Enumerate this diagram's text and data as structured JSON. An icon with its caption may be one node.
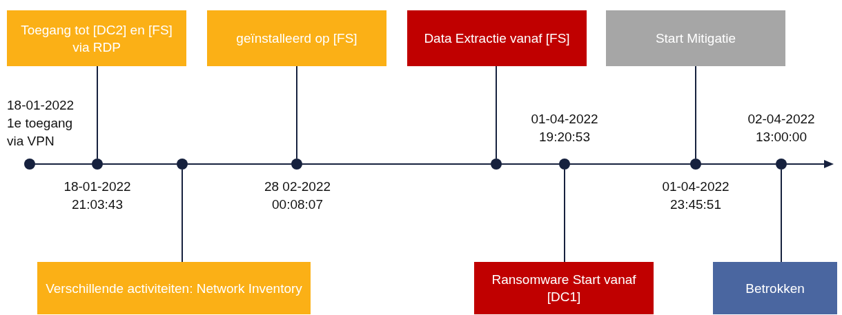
{
  "diagram": {
    "nodes": [
      {
        "text": [
          "Toegang tot [DC2] en [FS] via RDP"
        ]
      },
      {
        "text": [
          "geïnstalleerd op [FS]"
        ]
      },
      {
        "text": [
          "Data Extractie vanaf [FS]"
        ]
      },
      {
        "text": [
          "Start Mitigatie"
        ]
      },
      {
        "text": [
          "Verschillende activiteiten: Network Inventory"
        ]
      },
      {
        "text": [
          "Ransomware Start vanaf [DC1]"
        ]
      },
      {
        "text": [
          "Betrokken"
        ]
      },
      {
        "text": [],
        "shape": "circle",
        "beside": [
          "18-01-2022 1e toegang via VPN"
        ]
      },
      {
        "text": [],
        "shape": "circle",
        "beside": [
          "18-01-2022 21:03:43"
        ]
      },
      {
        "text": [],
        "shape": "circle"
      },
      {
        "text": [],
        "shape": "circle",
        "beside": [
          "28 02-2022 00:08:07"
        ]
      },
      {
        "text": [],
        "shape": "circle"
      },
      {
        "text": [],
        "shape": "circle",
        "beside": [
          "01-04-2022 19:20:53"
        ]
      },
      {
        "text": [],
        "shape": "circle",
        "beside": [
          "01-04-2022 23:45:51"
        ]
      },
      {
        "text": [],
        "shape": "circle",
        "beside": [
          "02-04-2022 13:00:00"
        ]
      }
    ],
    "edges": [
      {
        "from": 8,
        "to": 0,
        "arrow": "none"
      },
      {
        "from": 10,
        "to": 1,
        "arrow": "none"
      },
      {
        "from": 11,
        "to": 2,
        "arrow": "none"
      },
      {
        "from": 13,
        "to": 3,
        "arrow": "none"
      },
      {
        "from": 9,
        "to": 4,
        "arrow": "none"
      },
      {
        "from": 12,
        "to": 5,
        "arrow": "none"
      },
      {
        "from": 14,
        "to": 6,
        "arrow": "none"
      }
    ]
  }
}
